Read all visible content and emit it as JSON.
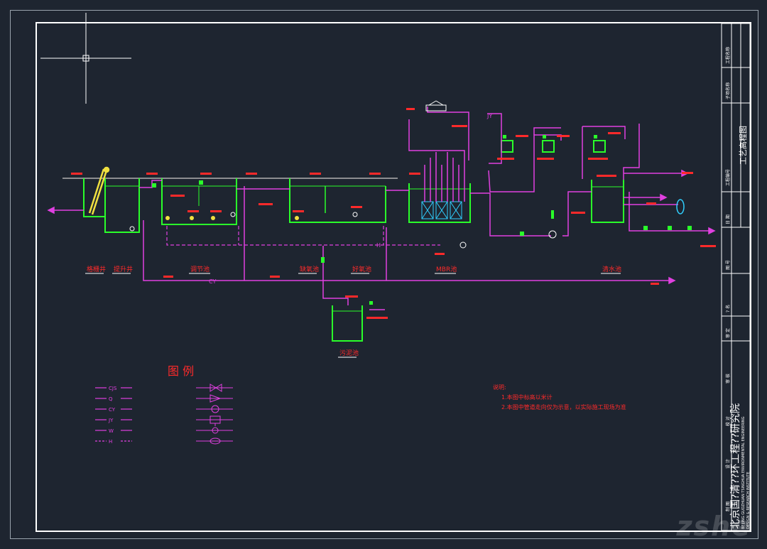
{
  "colors": {
    "background": "#1e2530",
    "frame": "#ffffff",
    "structure": "#2aff2a",
    "pipe_main": "#e040e0",
    "pipe_dashed": "#e040e0",
    "label": "#ff2a2a",
    "equipment": "#30d0ff",
    "screen": "#f0e040"
  },
  "cursor": {
    "icon": "crosshair-cursor-icon"
  },
  "units": [
    {
      "id": "screen-well",
      "label": "格栅井"
    },
    {
      "id": "lift-well",
      "label": "提升井"
    },
    {
      "id": "regulating-tank",
      "label": "调节池"
    },
    {
      "id": "anoxic-tank",
      "label": "缺氧池"
    },
    {
      "id": "aerobic-tank",
      "label": "好氧池"
    },
    {
      "id": "mbr-tank",
      "label": "MBR池"
    },
    {
      "id": "clear-tank",
      "label": "清水池"
    },
    {
      "id": "sludge-tank",
      "label": "污泥池"
    }
  ],
  "pipe_codes": {
    "cy": "CY",
    "jy": "JY",
    "h": "H"
  },
  "legend": {
    "title": "图  例",
    "lines": [
      {
        "code": "CJS",
        "color": "#e040e0",
        "style": "solid"
      },
      {
        "code": "Q",
        "color": "#e040e0",
        "style": "solid"
      },
      {
        "code": "CY",
        "color": "#e040e0",
        "style": "solid"
      },
      {
        "code": "JY",
        "color": "#e040e0",
        "style": "solid"
      },
      {
        "code": "W",
        "color": "#e040e0",
        "style": "solid"
      },
      {
        "code": "H",
        "color": "#e040e0",
        "style": "dashed"
      }
    ],
    "symbols": [
      {
        "icon": "gate-valve-icon"
      },
      {
        "icon": "check-valve-icon"
      },
      {
        "icon": "flowmeter-icon"
      },
      {
        "icon": "pump-icon"
      },
      {
        "icon": "level-gauge-icon"
      },
      {
        "icon": "aerator-icon"
      }
    ]
  },
  "notes": {
    "title": "说明:",
    "items": [
      "1.本图中标高以米计",
      "2.本图中管道走向仅为示意，以实际施工现场为准"
    ]
  },
  "title_block": {
    "institute": "北京国?清??环工程??研究院",
    "institute_en_1": "BEIJING GUOZHUAN TSINGHUA ENVIRONMENTAL ENGINEERING",
    "institute_en_2": "DESIGN & RESEARCH INSTITUTE",
    "drawing_title": "工艺高程图",
    "side_labels": [
      "工程名称",
      "子项名称",
      "工程编号",
      "日 期",
      "图 号",
      "? 名",
      "审 定",
      "审 核",
      "校 对",
      "设 计",
      "制 图"
    ]
  },
  "watermark": "zshe"
}
